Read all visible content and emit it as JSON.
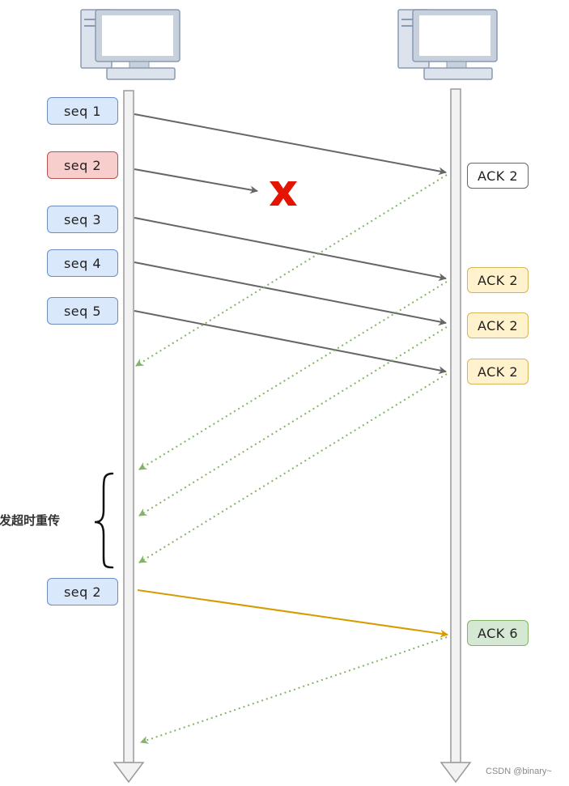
{
  "diagram": {
    "sender_packets": [
      {
        "label": "seq 1",
        "style": "blue"
      },
      {
        "label": "seq 2",
        "style": "red"
      },
      {
        "label": "seq 3",
        "style": "blue"
      },
      {
        "label": "seq 4",
        "style": "blue"
      },
      {
        "label": "seq 5",
        "style": "blue"
      },
      {
        "label": "seq 2",
        "style": "blue"
      }
    ],
    "receiver_acks": [
      {
        "label": "ACK 2",
        "style": "white"
      },
      {
        "label": "ACK 2",
        "style": "yellow"
      },
      {
        "label": "ACK 2",
        "style": "yellow"
      },
      {
        "label": "ACK 2",
        "style": "yellow"
      },
      {
        "label": "ACK 6",
        "style": "green"
      }
    ],
    "brace_label": "触发超时重传",
    "lost_marker": "X",
    "icons": {
      "sender": "computer-icon",
      "receiver": "computer-icon"
    },
    "colors": {
      "data_arrow": "#666666",
      "ack_arrow": "#82b366",
      "retransmit_arrow": "#d79b00",
      "lost_marker": "#e51400"
    }
  },
  "watermark": "CSDN @binary~"
}
